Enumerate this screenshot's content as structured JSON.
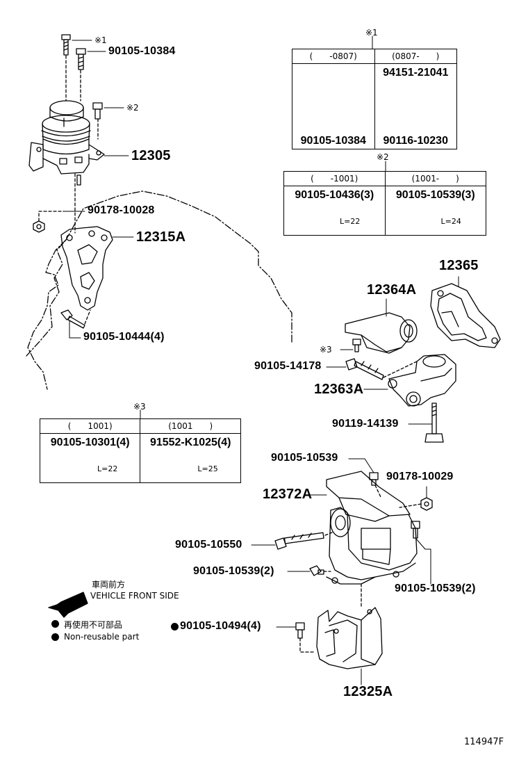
{
  "figure_id": "114947F",
  "parts": {
    "p1_bolt": "90105-10384",
    "p_mount": "12305",
    "p_nut": "90178-10028",
    "p_bracket": "12315A",
    "p_bolt_4": "90105-10444(4)",
    "p_insul_rear": "12365",
    "p_bracket_rear": "12364A",
    "p_bolt_14178": "90105-14178",
    "p_insul_12363": "12363A",
    "p_bolt_14139": "90119-14139",
    "p_bolt_10539": "90105-10539",
    "p_nut_10029": "90178-10029",
    "p_bracket_12372": "12372A",
    "p_bolt_10550": "90105-10550",
    "p_bolt_10539_2a": "90105-10539(2)",
    "p_bolt_10539_2b": "90105-10539(2)",
    "p_bolt_10494": "90105-10494(4)",
    "p_bracket_12325": "12325A"
  },
  "marks": {
    "m1": "※1",
    "m2": "※2",
    "m3": "※3"
  },
  "table1": {
    "title": "※1",
    "col1_header": "(　　-0807)",
    "col2_header": "(0807-　　)",
    "col1_part_bottom": "90105-10384",
    "col2_part_top": "94151-21041",
    "col2_part_bottom": "90116-10230"
  },
  "table2": {
    "title": "※2",
    "col1_header": "(　　-1001)",
    "col2_header": "(1001-　　)",
    "col1_part": "90105-10436(3)",
    "col2_part": "90105-10539(3)",
    "col1_len": "L=22",
    "col2_len": "L=24"
  },
  "table3": {
    "title": "※3",
    "col1_header": "(　　1001)",
    "col2_header": "(1001　　)",
    "col1_part": "90105-10301(4)",
    "col2_part": "91552-K1025(4)",
    "col1_len": "L=22",
    "col2_len": "L=25"
  },
  "legend": {
    "front_jp": "車両前方",
    "front_en": "VEHICLE FRONT SIDE",
    "nonreuse_jp": "再使用不可部品",
    "nonreuse_en": "Non-reusable part"
  }
}
